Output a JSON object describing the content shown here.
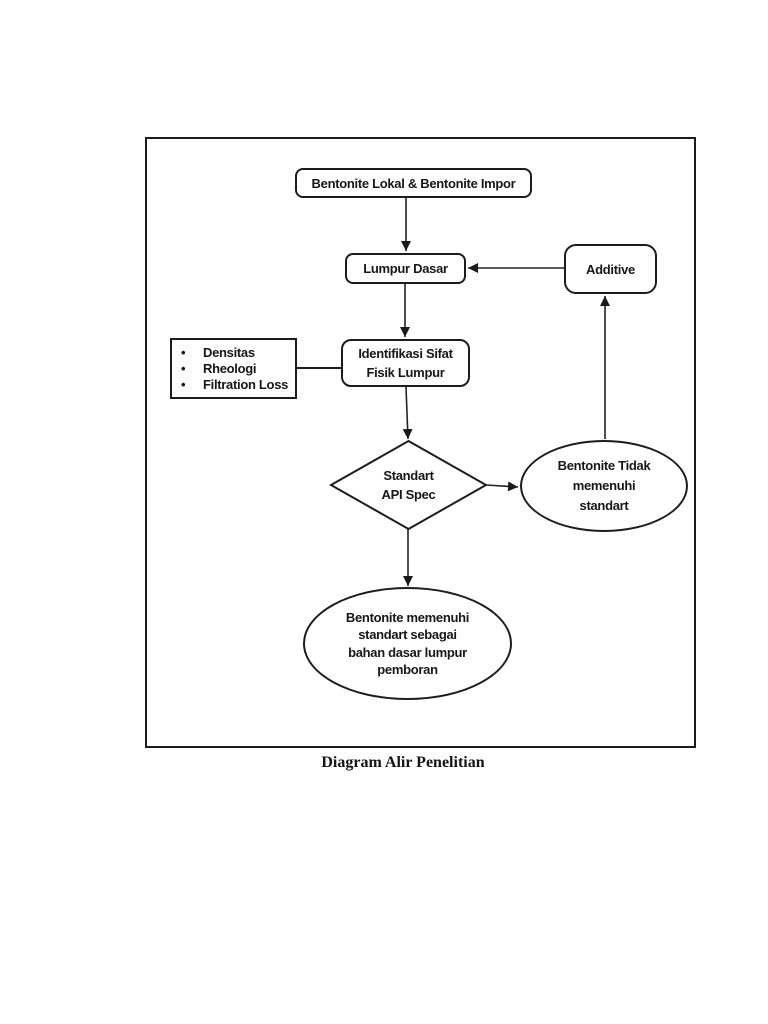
{
  "diagram": {
    "caption": "Diagram Alir Penelitian",
    "colors": {
      "ink": "#1a1a1a",
      "line": "#222222",
      "shape_border": "#1c1c1c",
      "background": "#ffffff"
    },
    "nodes": {
      "source": {
        "label": "Bentonite Lokal & Bentonite Impor",
        "shape": "rounded-rectangle"
      },
      "base_mud": {
        "label": "Lumpur Dasar",
        "shape": "rounded-rectangle"
      },
      "additive": {
        "label": "Additive",
        "shape": "rounded-rectangle"
      },
      "identification": {
        "label": "Identifikasi Sifat\nFisik Lumpur",
        "shape": "rounded-rectangle"
      },
      "parameters": {
        "shape": "rectangle",
        "bullet": "•",
        "items": [
          "Densitas",
          "Rheologi",
          "Filtration Loss"
        ]
      },
      "decision": {
        "label": "Standart\nAPI Spec",
        "shape": "diamond"
      },
      "fail": {
        "label": "Bentonite Tidak\nmemenuhi\nstandart",
        "shape": "ellipse"
      },
      "success": {
        "label": "Bentonite memenuhi\nstandart sebagai\nbahan dasar lumpur\npemboran",
        "shape": "ellipse"
      }
    },
    "edges": [
      {
        "from": "source",
        "to": "base_mud",
        "type": "arrow"
      },
      {
        "from": "additive",
        "to": "base_mud",
        "type": "arrow"
      },
      {
        "from": "base_mud",
        "to": "identification",
        "type": "arrow"
      },
      {
        "from": "parameters",
        "to": "identification",
        "type": "plain-line"
      },
      {
        "from": "identification",
        "to": "decision",
        "type": "arrow"
      },
      {
        "from": "decision",
        "to": "fail",
        "type": "arrow"
      },
      {
        "from": "fail",
        "to": "additive",
        "type": "arrow"
      },
      {
        "from": "decision",
        "to": "success",
        "type": "arrow"
      }
    ]
  }
}
